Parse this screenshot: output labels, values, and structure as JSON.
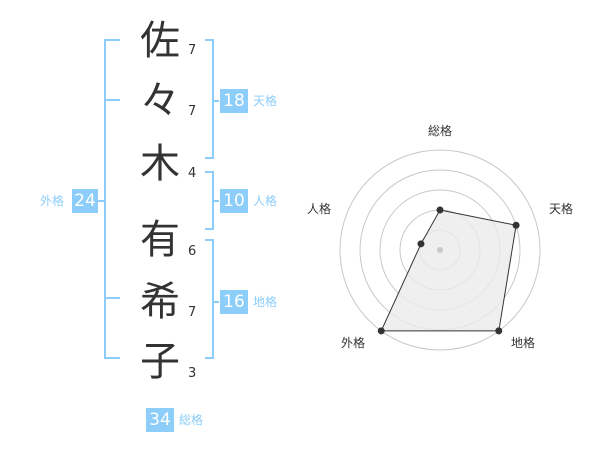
{
  "name": {
    "chars": [
      {
        "char": "佐",
        "strokes": "7"
      },
      {
        "char": "々",
        "strokes": "7"
      },
      {
        "char": "木",
        "strokes": "4"
      },
      {
        "char": "有",
        "strokes": "6"
      },
      {
        "char": "希",
        "strokes": "7"
      },
      {
        "char": "子",
        "strokes": "3"
      }
    ]
  },
  "kaku": {
    "ten": {
      "label": "天格",
      "value": "18"
    },
    "jin": {
      "label": "人格",
      "value": "10"
    },
    "chi": {
      "label": "地格",
      "value": "16"
    },
    "gai": {
      "label": "外格",
      "value": "24"
    },
    "sou": {
      "label": "総格",
      "value": "34"
    }
  },
  "radar": {
    "labels": {
      "top": "総格",
      "right": "天格",
      "bottom_right": "地格",
      "bottom_left": "外格",
      "left": "人格"
    },
    "levels": 5,
    "scores": {
      "sou": 2,
      "ten": 4,
      "chi": 5,
      "gai": 5,
      "jin": 1
    },
    "colors": {
      "ring": "#c8c8c8",
      "fill": "#ebebeb",
      "line": "#333333",
      "dot": "#333333"
    }
  },
  "accent": "#8ccdfa"
}
